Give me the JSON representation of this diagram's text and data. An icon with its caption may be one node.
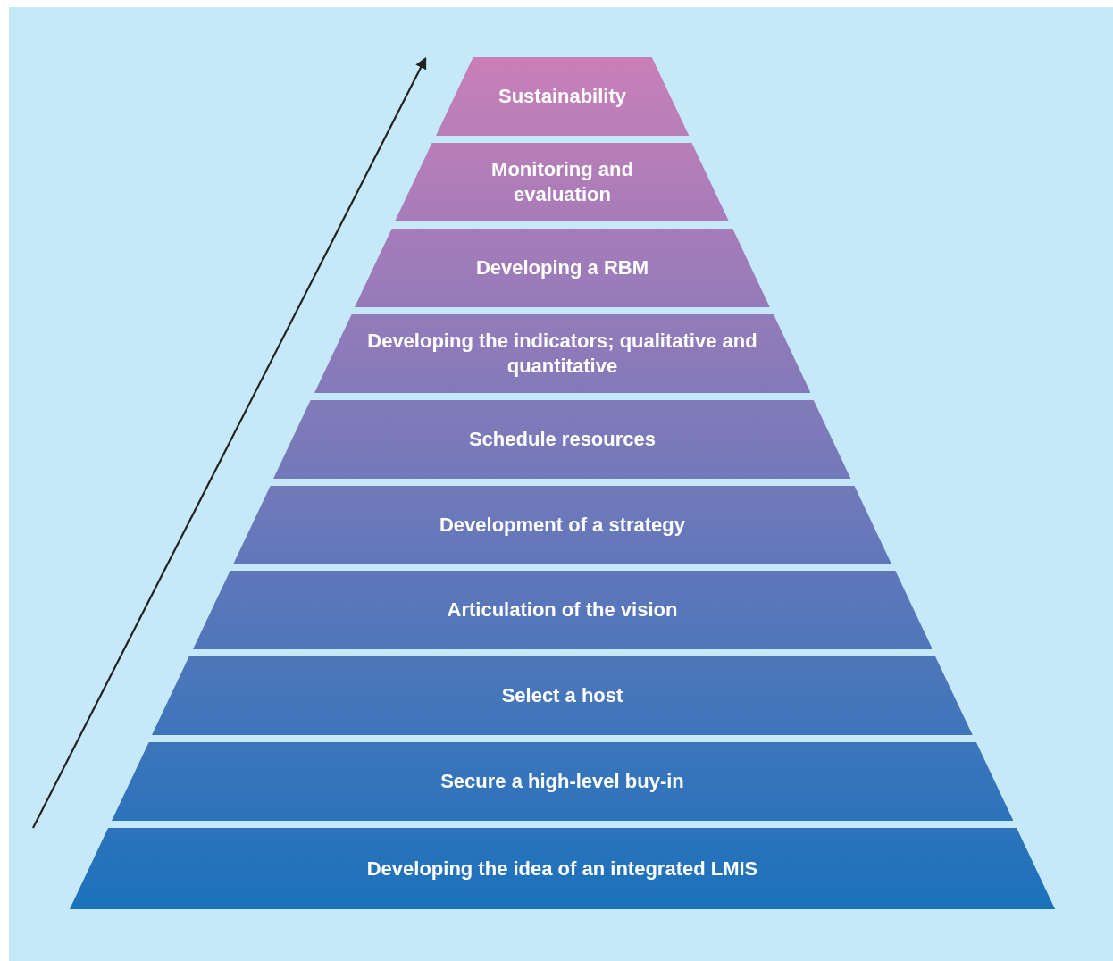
{
  "diagram": {
    "nodes": [
      {
        "text": [
          "Sustainability"
        ]
      },
      {
        "text": [
          "Monitoring and evaluation"
        ]
      },
      {
        "text": [
          "Developing a RBM"
        ]
      },
      {
        "text": [
          "Developing the indicators; qualitative and quantitative"
        ]
      },
      {
        "text": [
          "Schedule resources"
        ]
      },
      {
        "text": [
          "Development of a strategy"
        ]
      },
      {
        "text": [
          "Articulation of the vision"
        ]
      },
      {
        "text": [
          "Select a host"
        ]
      },
      {
        "text": [
          "Secure a high-level buy-in"
        ]
      },
      {
        "text": [
          "Developing the idea of an integrated LMIS"
        ]
      }
    ]
  }
}
